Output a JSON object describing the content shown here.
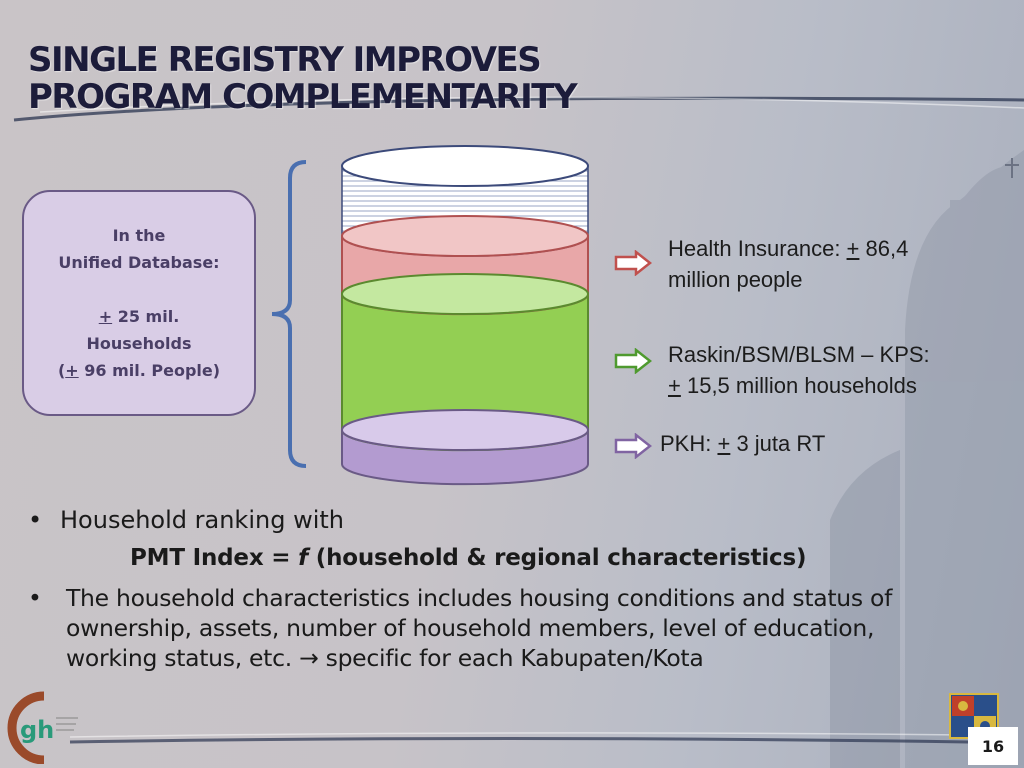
{
  "slide": {
    "title_line1": "SINGLE REGISTRY IMPROVES",
    "title_line2": "PROGRAM COMPLEMENTARITY",
    "page_number": "16"
  },
  "summary_box": {
    "line1": "In the",
    "line2": "Unified Database:",
    "count_sym": "+",
    "count_value": " 25 mil.",
    "count_unit": "Households",
    "people_open": "(",
    "people_sym": "+",
    "people_value": " 96 mil. People)"
  },
  "programs": [
    {
      "sym": "+",
      "prefix": "Health Insurance: ",
      "value": " 86,4",
      "line2": "million people",
      "arrow_color": "#c0504d"
    },
    {
      "sym": "+",
      "prefix": "Raskin/BSM/BLSM – KPS:",
      "value": " 15,5 million households",
      "arrow_color": "#4f9a2f"
    },
    {
      "sym": "+",
      "prefix": "PKH: ",
      "value": " 3 juta RT",
      "arrow_color": "#8064a2"
    }
  ],
  "cylinder_colors": {
    "top": "#ffffff",
    "health": "#e8a7a8",
    "raskin": "#93cf53",
    "pkh": "#b39bd0"
  },
  "bullets": {
    "dot": "•",
    "item1": "Household ranking with",
    "formula_pre": "PMT Index = ",
    "formula_fn": "f",
    "formula_post": " (household & regional characteristics)",
    "item2_line1": "The household characteristics includes housing conditions and status of",
    "item2_line2": "ownership, assets, number of household members, level of education,",
    "item2_line3_pre": "working status, etc.  ",
    "item2_arrow": "→",
    "item2_line3_post": " specific for each Kabupaten/Kota"
  },
  "logo": {
    "text": "gh"
  }
}
